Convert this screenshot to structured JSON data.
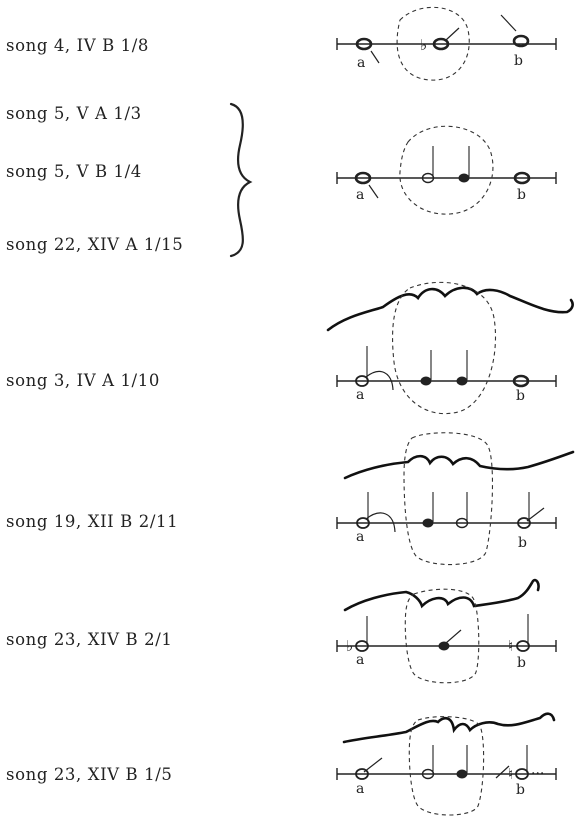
{
  "songs": [
    {
      "label": "song 4, IV B 1/8"
    },
    {
      "label": "song 5, V A 1/3"
    },
    {
      "label": "song 5, V B 1/4"
    },
    {
      "label": "song 22, XIV A 1/15"
    },
    {
      "label": "song 3, IV A 1/10"
    },
    {
      "label": "song 19, XII B 2/11"
    },
    {
      "label": "song 23, XIV B 2/1"
    },
    {
      "label": "song 23, XIV B 1/5"
    }
  ],
  "note_labels": {
    "a": "a",
    "b": "b"
  },
  "symbols": {
    "flat": "♭",
    "natural": "♮",
    "ellipsis": "..."
  }
}
